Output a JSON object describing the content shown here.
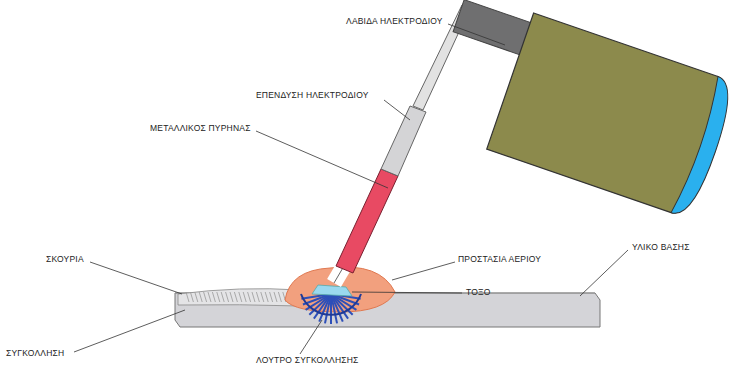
{
  "diagram": {
    "labels": [
      "ΛΑΒΙΔΑ ΗΛΕΚΤΡΟΔΙΟΥ",
      "ΕΠΕΝΔΥΣΗ ΗΛΕΚΤΡΟΔΙΟΥ",
      "ΜΕΤΑΛΛΙΚΟΣ ΠΥΡΗΝΑΣ",
      "ΣΚΟΥΡΙΑ",
      "ΠΡΟΣΤΑΣΙΑ ΑΕΡΙΟΥ",
      "ΥΛΙΚΟ ΒΑΣΗΣ",
      "ΤΟΞΟ",
      "ΣΥΓΚΟΛΛΗΣΗ",
      "ΛΟΥΤΡΟ ΣΥΓΚΟΛΛΗΣΗΣ"
    ]
  }
}
